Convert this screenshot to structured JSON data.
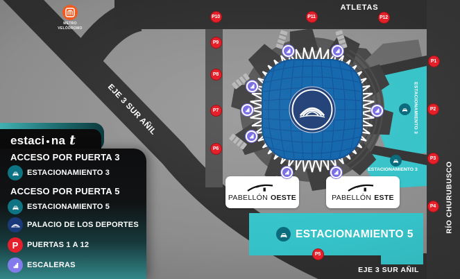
{
  "brand": {
    "logo_pre": "estaci",
    "logo_mid": "na",
    "logo_t": "t"
  },
  "legend": {
    "sections": [
      {
        "heading": "ACCESO POR PUERTA 3",
        "item": "ESTACIONAMIENTO 3"
      },
      {
        "heading": "ACCESO POR PUERTA 5",
        "item": "ESTACIONAMIENTO 5"
      }
    ],
    "items": [
      {
        "label": "PALACIO DE LOS DEPORTES"
      },
      {
        "label": "PUERTAS 1 A 12"
      },
      {
        "label": "ESCALERAS"
      }
    ],
    "p_icon_letter": "P"
  },
  "map": {
    "streets": {
      "top": "ATLETAS",
      "diagonal": "EJE 3 SUR AÑIL",
      "bottom": "EJE 3 SUR AÑIL",
      "right": "RÍO CHURUBUSCO"
    },
    "metro": {
      "line1": "METRO",
      "line2": "VELÓDROMO"
    },
    "areas": {
      "est3_upper": "ESTACIONAMIENTO 3",
      "est3_lower": "ESTACIONAMIENTO 3",
      "est5": "ESTACIONAMIENTO 5"
    },
    "pavilions": {
      "west": {
        "name": "PABELLÓN",
        "wing": "OESTE"
      },
      "east": {
        "name": "PABELLÓN",
        "wing": "ESTE"
      }
    },
    "gates": [
      {
        "label": "P1"
      },
      {
        "label": "P2"
      },
      {
        "label": "P3"
      },
      {
        "label": "P4"
      },
      {
        "label": "P5"
      },
      {
        "label": "P6"
      },
      {
        "label": "P7"
      },
      {
        "label": "P8"
      },
      {
        "label": "P9"
      },
      {
        "label": "P10"
      },
      {
        "label": "P11"
      },
      {
        "label": "P12"
      }
    ]
  },
  "colors": {
    "background": "#8d8d8d",
    "road": "#2f2f2f",
    "teal_area": "#35c3c9",
    "gate_red": "#e4202a",
    "escalator_purple": "#7b6fe6",
    "parking_icon_teal": "#0c6b7c",
    "palacio_navy": "#1a3a7c",
    "dome_blue": "#0d63ab",
    "metro_orange": "#ee5b22",
    "legend_teal": "#338789"
  }
}
